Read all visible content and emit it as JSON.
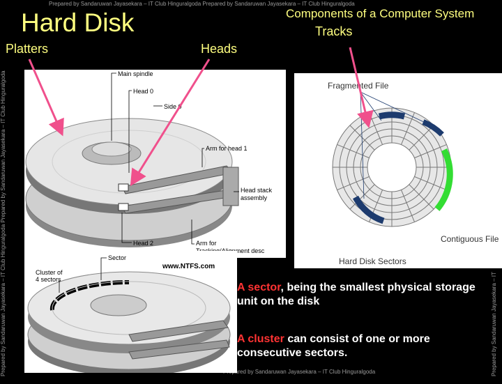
{
  "slide": {
    "title": "Hard Disk",
    "subject": "Components of a Computer System",
    "watermark_top": "Prepared by Sandaruwan Jayasekara – IT Club Hinguralgoda Prepared by Sandaruwan Jayasekara – IT Club Hinguralgoda",
    "watermark_left": "Prepared by Sandaruwan Jayasekara – IT Club Hinguralgoda Prepared by Sandaruwan Jayasekara – IT Club Hinguralgoda",
    "watermark_right": "Prepared by Sandaruwan Jayasekara – IT",
    "watermark_bottom": "Prepared by Sandaruwan Jayasekara – IT Club Hinguralgoda"
  },
  "labels": {
    "platters": "Platters",
    "heads": "Heads",
    "tracks": "Tracks"
  },
  "disk_diagram": {
    "main_spindle": "Main spindle",
    "head_0": "Head 0",
    "side_0": "Side 0",
    "arm_for_head_1": "Arm for head 1",
    "head_stack_assembly_line1": "Head stack",
    "head_stack_assembly_line2": "assembly",
    "head_2": "Head 2",
    "arm_for_tracking_line1": "Arm for",
    "arm_for_tracking_line2": "Tracking/Alignment desc",
    "website": "www.NTFS.com"
  },
  "sector_diagram": {
    "sector": "Sector",
    "cluster_line1": "Cluster of",
    "cluster_line2": "4 sectors"
  },
  "track_diagram": {
    "fragmented_file": "Fragmented File",
    "contiguous_file": "Contiguous File",
    "hard_disk_sectors": "Hard Disk Sectors"
  },
  "notes": [
    {
      "keyword": "A sector",
      "text": ", being the smallest physical storage unit on the disk"
    },
    {
      "keyword": "A cluster",
      "text": " can consist of one or more consecutive sectors."
    }
  ],
  "colors": {
    "title": "#ffff80",
    "arrow": "#f0508c",
    "keyword": "#ff3333",
    "fragment": "#1d3b6e",
    "contiguous": "#33dd33"
  }
}
